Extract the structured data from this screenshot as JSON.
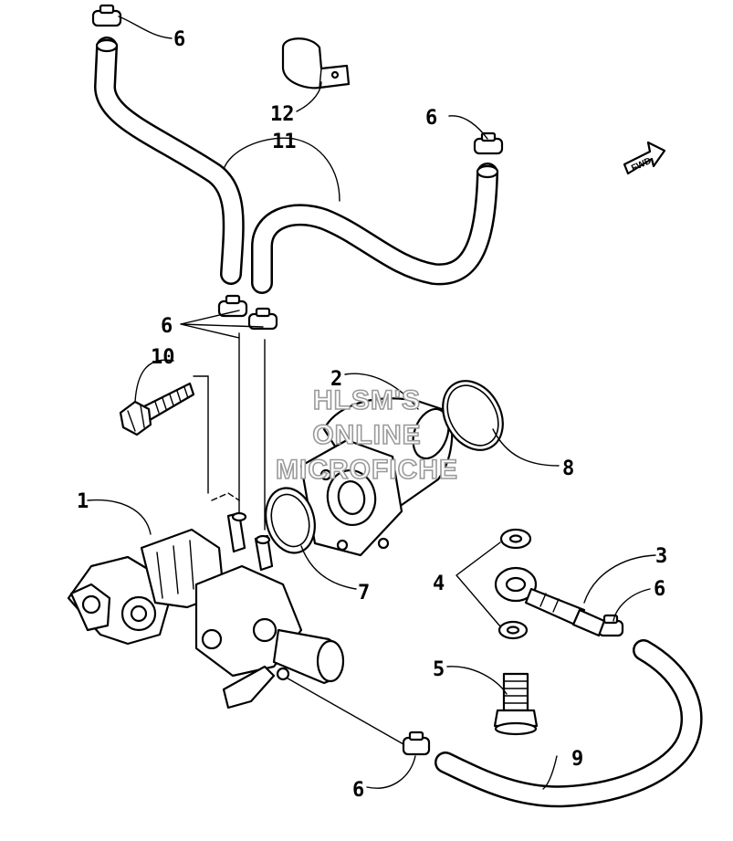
{
  "watermark": {
    "line1": "HLSM'S",
    "line2": "ONLINE",
    "line3": "MICROFICHE"
  },
  "direction_arrow": {
    "label": "FWD",
    "icon": "forward-arrow-icon"
  },
  "callouts": {
    "c1": "1",
    "c2": "2",
    "c3": "3",
    "c4": "4",
    "c5": "5",
    "c6_top_left": "6",
    "c6_top_right": "6",
    "c6_middle": "6",
    "c6_right": "6",
    "c6_bottom": "6",
    "c7": "7",
    "c8": "8",
    "c9": "9",
    "c10": "10",
    "c11": "11",
    "c12": "12"
  },
  "colors": {
    "line": "#000000",
    "background": "#ffffff",
    "watermark_outline": "#9a9a9a"
  }
}
